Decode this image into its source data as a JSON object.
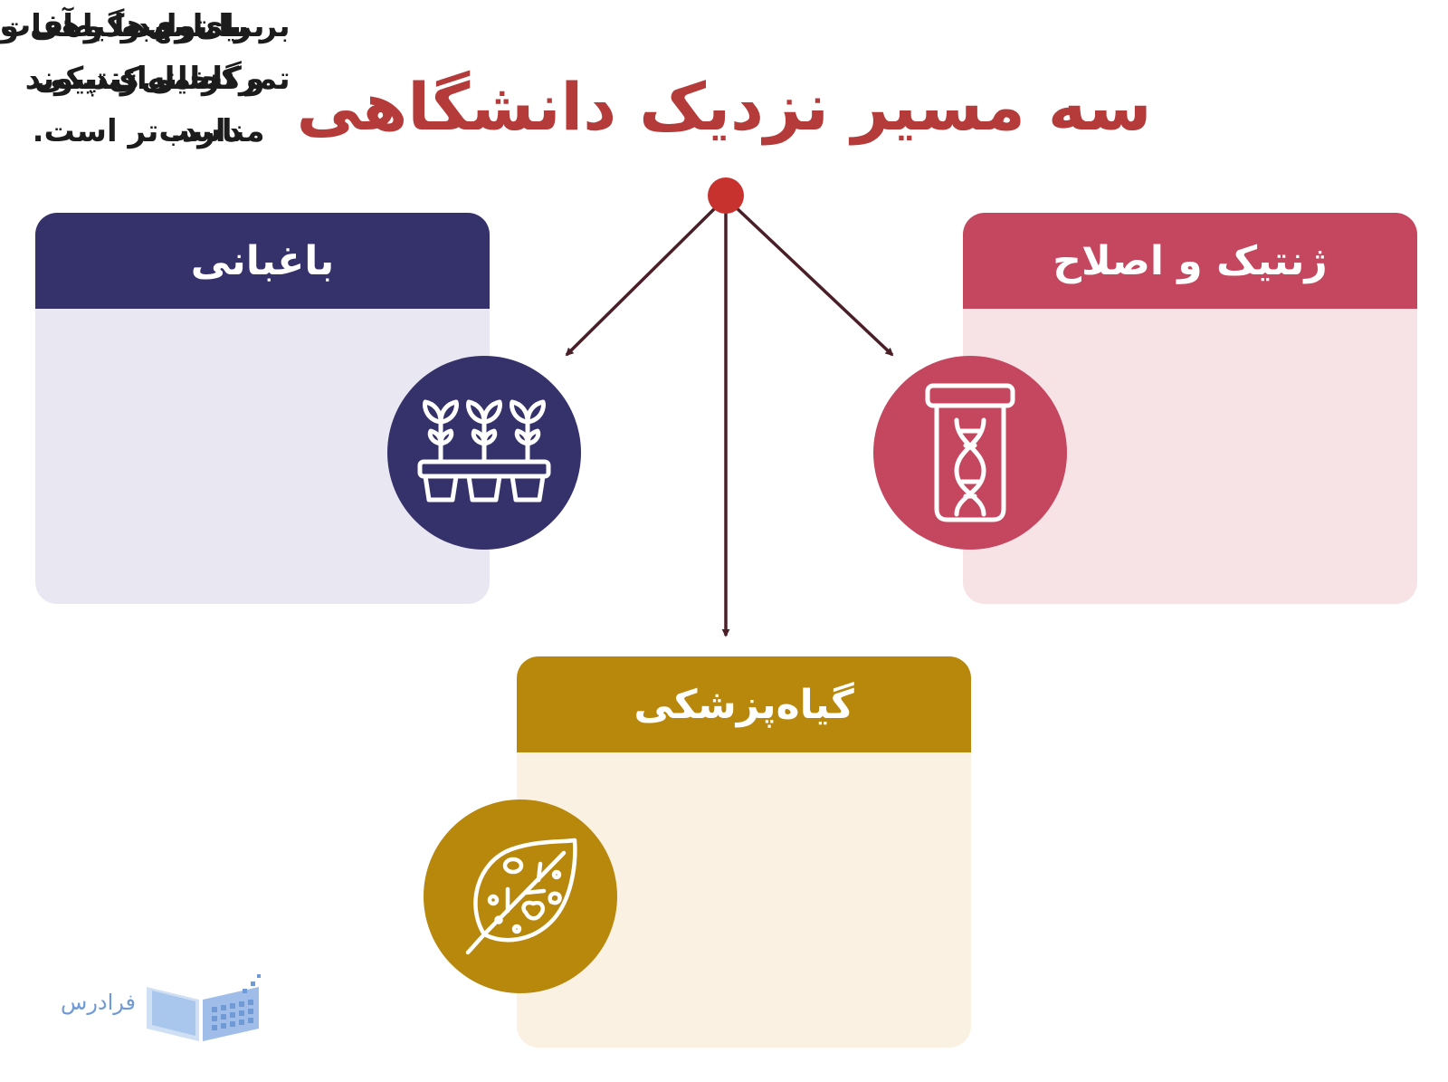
{
  "title": "سه مسیر نزدیک دانشگاهی",
  "cards": [
    {
      "heading": "ژنتیک و اصلاح",
      "text": "برای بهبود صفات\nو تحلیل ژنتیکی\nمناسب‌تر است.",
      "icon": "dna-test-tube-icon",
      "header_color": "#c5475f",
      "body_color": "#f7e2e6"
    },
    {
      "heading": "باغبانی",
      "text": "با تولید گیاهی و\nگلخانه‌ای پیوند\nدارد.",
      "icon": "seedling-pots-icon",
      "header_color": "#35316b",
      "body_color": "#e8e7f2"
    },
    {
      "heading": "گیاه‌پزشکی",
      "text": "بر بیماری‌ها و آفات\nتمرکز می‌کند.",
      "icon": "diseased-leaf-icon",
      "header_color": "#b8880d",
      "body_color": "#faf1e2"
    }
  ],
  "logo": {
    "text": "فرادرس",
    "icon": "open-book-logo-icon",
    "color": "#6f9ad6"
  },
  "colors": {
    "title": "#b53a3a",
    "connector": "#4a1f28",
    "hub": "#c8322e"
  }
}
